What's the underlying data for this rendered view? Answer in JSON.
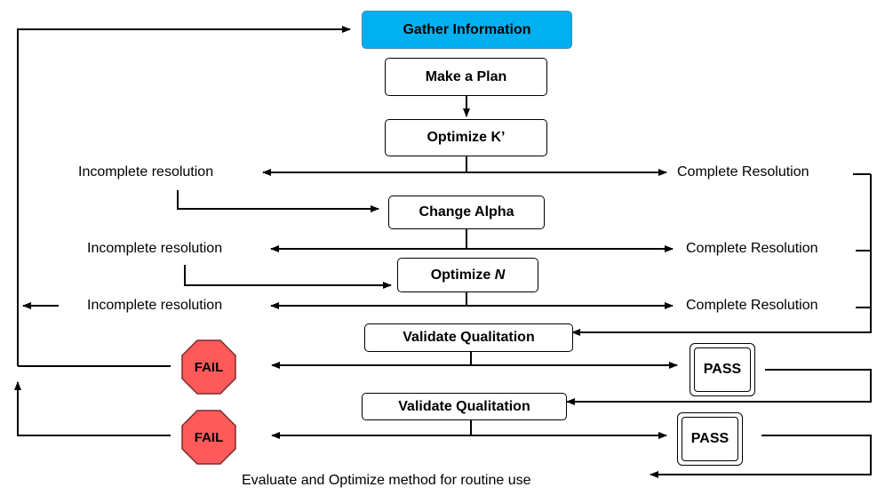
{
  "diagram": {
    "nodes": {
      "gather": "Gather Information",
      "plan": "Make a Plan",
      "optimize_k": "Optimize K’",
      "change_alpha": "Change Alpha",
      "optimize_n_prefix": "Optimize ",
      "optimize_n_var": "N",
      "validate_1": "Validate Qualitation",
      "validate_2": "Validate Qualitation"
    },
    "labels": {
      "incomplete_1": "Incomplete resolution",
      "incomplete_2": "Incomplete resolution",
      "incomplete_3": "Incomplete resolution",
      "complete_1": "Complete Resolution",
      "complete_2": "Complete Resolution",
      "complete_3": "Complete Resolution",
      "final": "Evaluate and Optimize method for routine use"
    },
    "fail_1": "FAIL",
    "fail_2": "FAIL",
    "pass_1": "PASS",
    "pass_2": "PASS",
    "colors": {
      "start_fill": "#00b0f0",
      "stop_sign_fill": "#ff5a5a",
      "line": "#000000"
    }
  }
}
